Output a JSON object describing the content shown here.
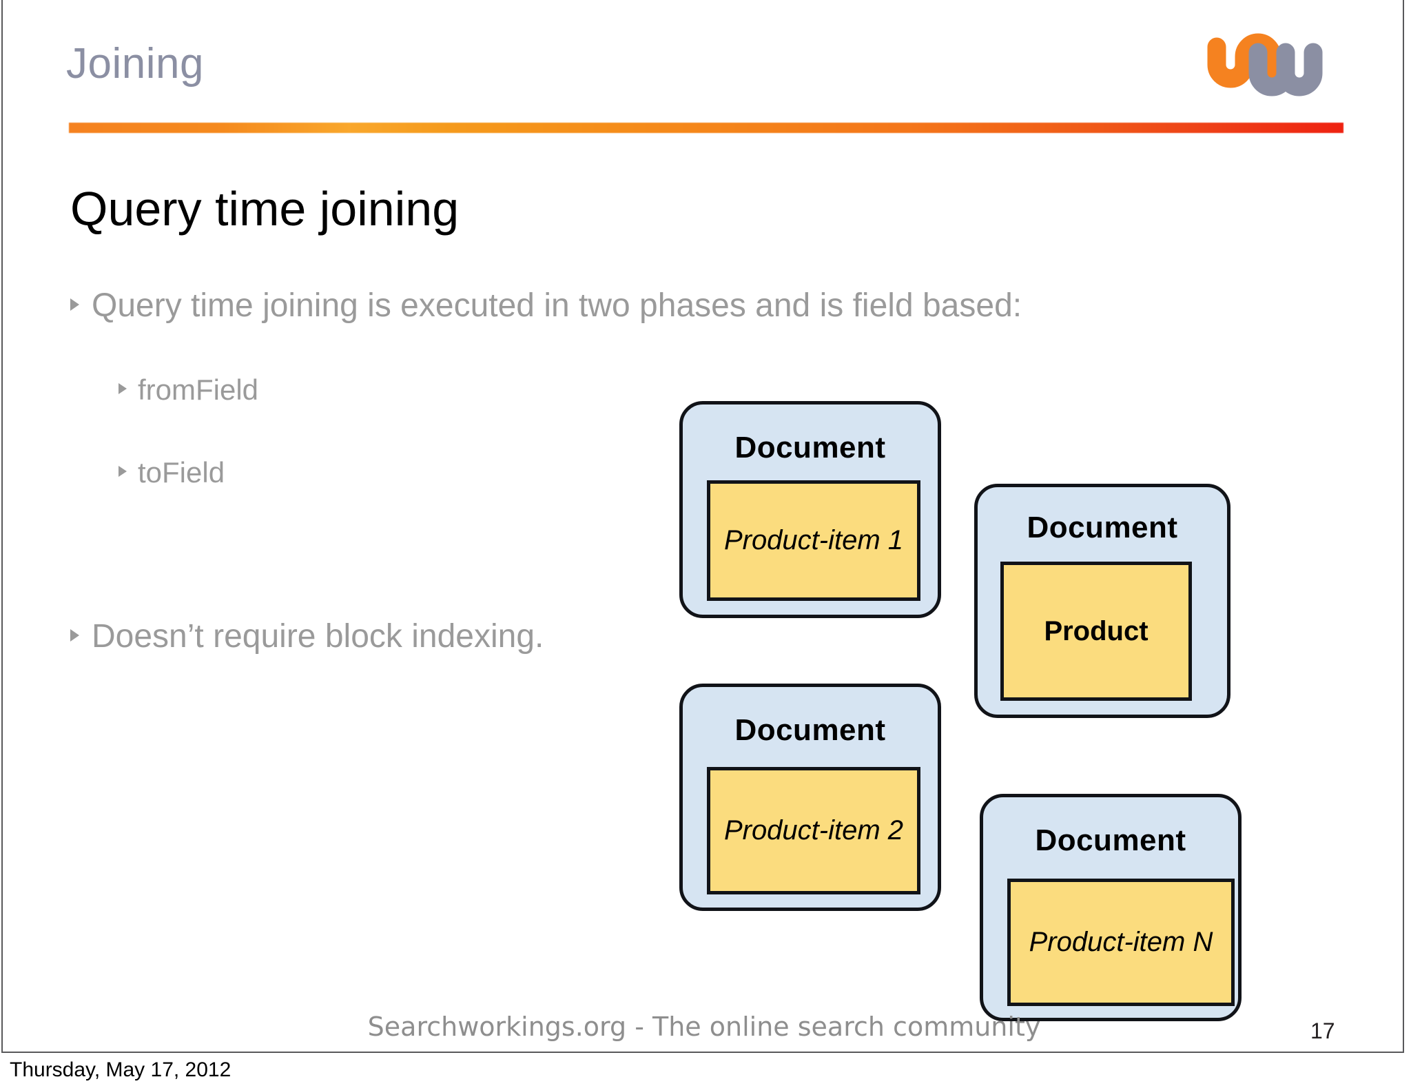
{
  "slide": {
    "header": {
      "title": "Joining",
      "logo_name": "searchworkings-uw-logo",
      "logo_colors": {
        "orange": "#F58220",
        "gray": "#8B8FA3"
      },
      "rule_colors": {
        "start": "#F58220",
        "end": "#EE2211"
      }
    },
    "heading": "Query time joining",
    "bullets": [
      {
        "level": 1,
        "text": "Query time joining is executed in two phases and is field based:"
      },
      {
        "level": 2,
        "text": "fromField"
      },
      {
        "level": 2,
        "text": "toField"
      },
      {
        "level": 1,
        "text": "Doesn’t require block indexing."
      }
    ],
    "diagram": {
      "boxes": [
        {
          "title": "Document",
          "item": "Product-item 1",
          "item_style": "italic"
        },
        {
          "title": "Document",
          "item": "Product",
          "item_style": "bold"
        },
        {
          "title": "Document",
          "item": "Product-item 2",
          "item_style": "italic"
        },
        {
          "title": "Document",
          "item": "Product-item N",
          "item_style": "italic"
        }
      ],
      "colors": {
        "box_fill": "#D6E4F2",
        "item_fill": "#FBDC7E",
        "stroke": "#111318"
      }
    },
    "footer": {
      "text": "Searchworkings.org - The online search community",
      "page_number": "17"
    }
  },
  "date_stamp": "Thursday, May 17, 2012"
}
